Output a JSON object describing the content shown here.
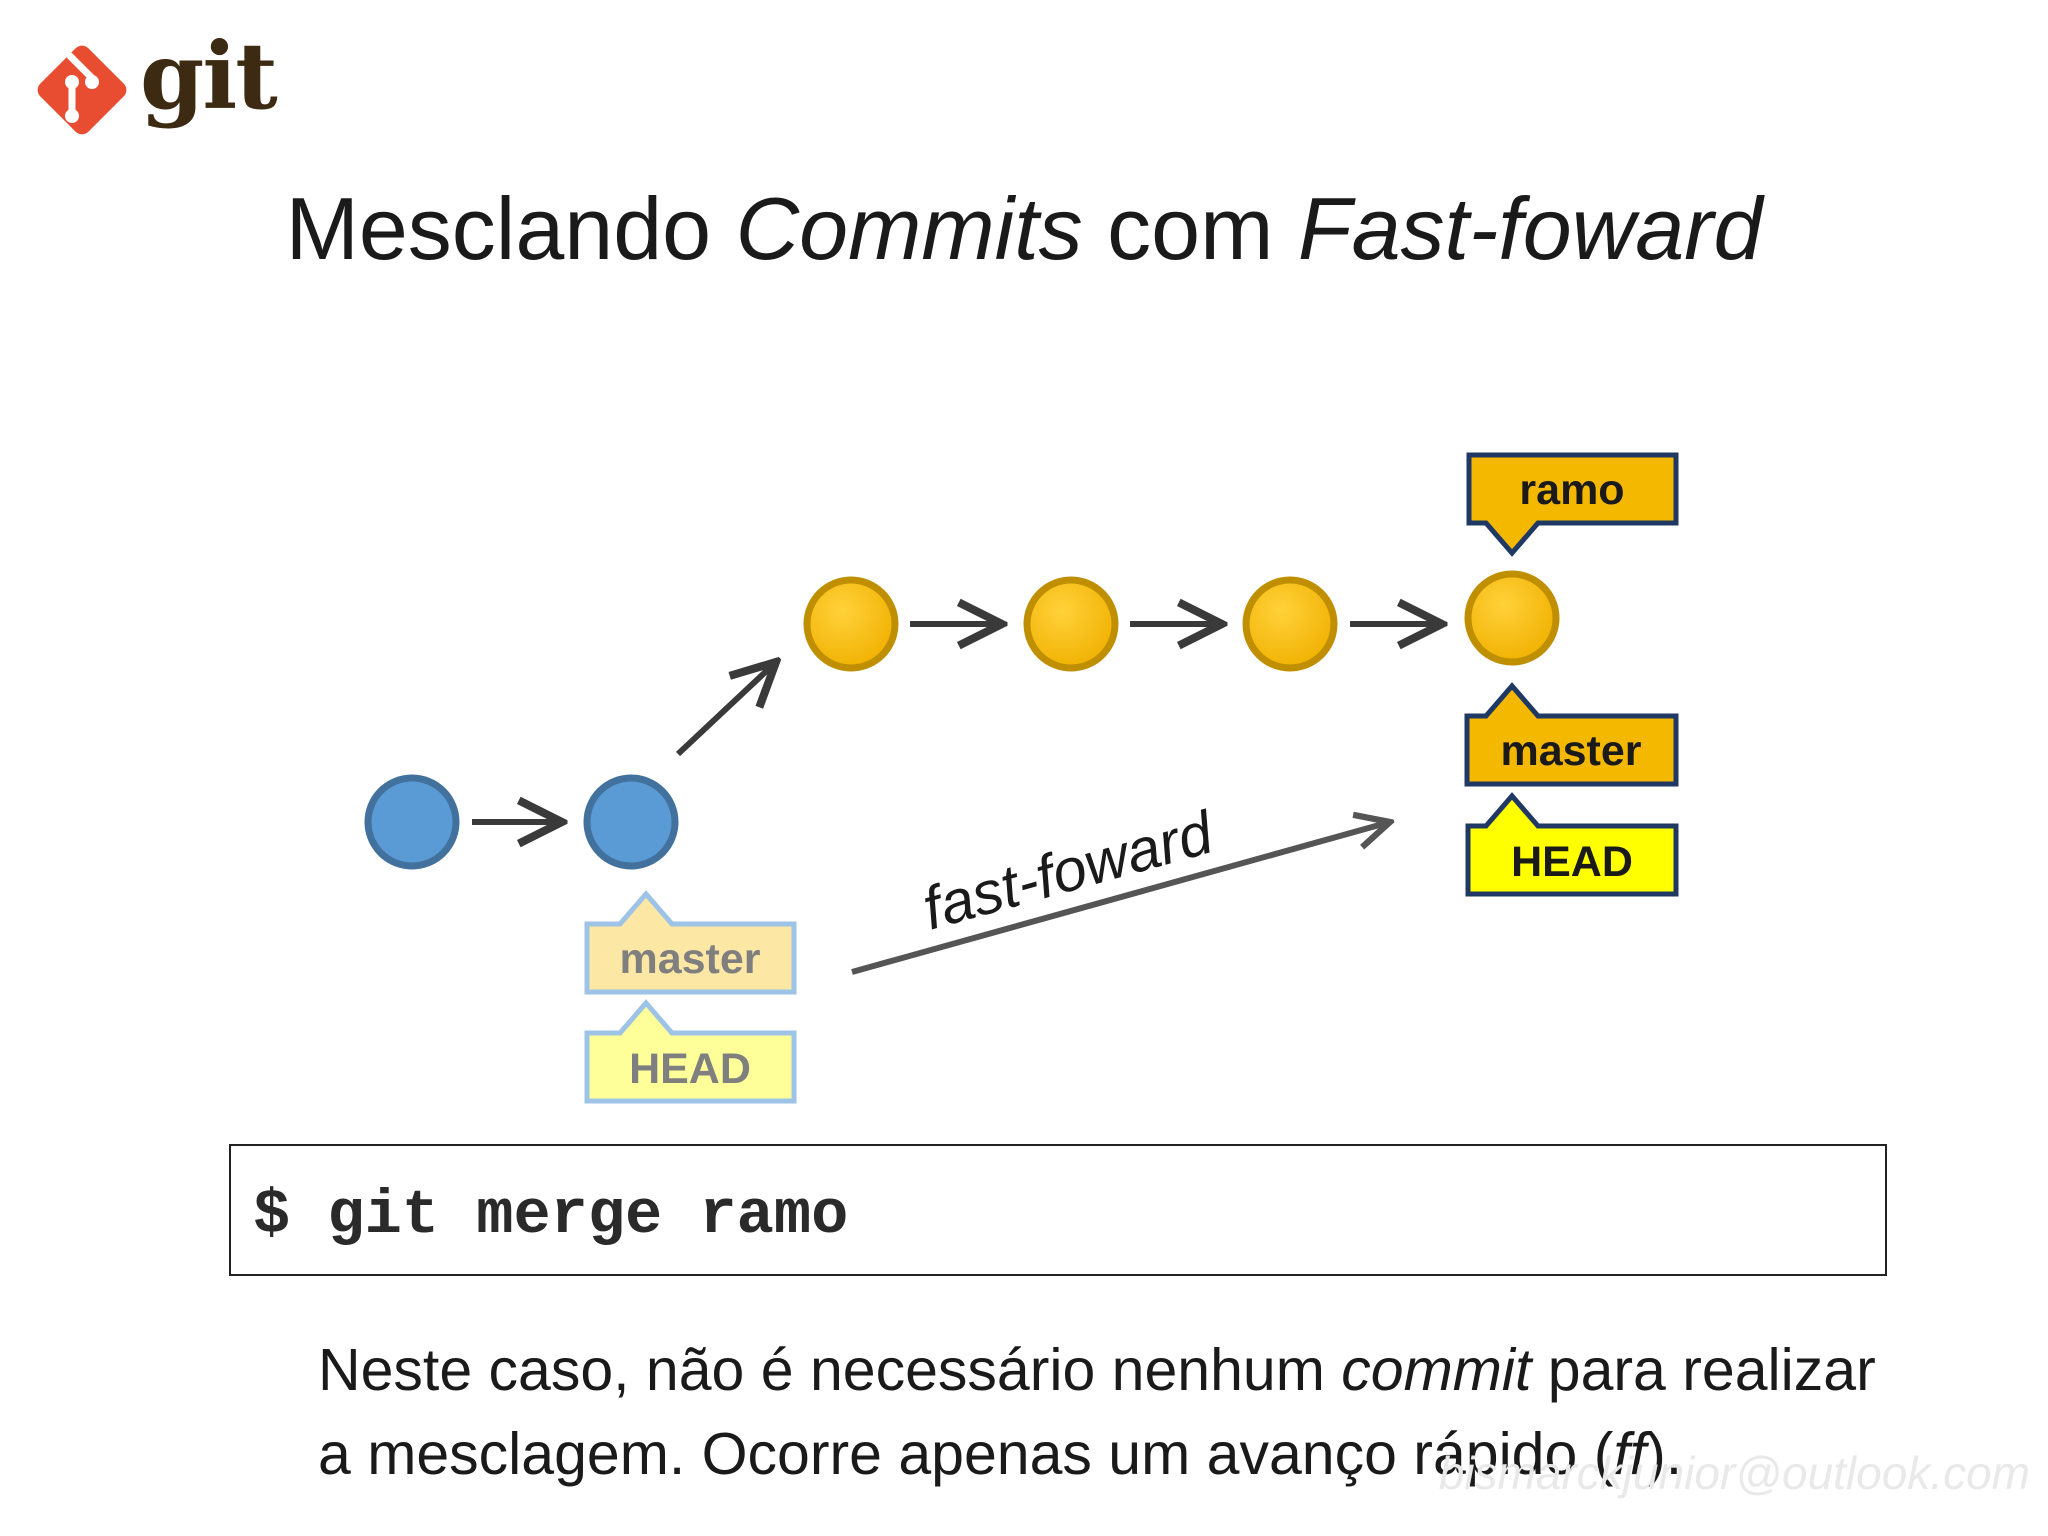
{
  "logo": {
    "text": "git",
    "icon": "git-logo-icon",
    "color": "#e84d31"
  },
  "title": {
    "part1": "Mesclando ",
    "part2": "Commits",
    "part3": " com ",
    "part4": "Fast-foward"
  },
  "diagram": {
    "colors": {
      "blue_commit": "#5b9bd5",
      "blue_stroke": "#41719c",
      "yellow_commit": "#f5b800",
      "yellow_stroke": "#bf8f00",
      "label_orange": "#f5b800",
      "label_yellow": "#ffff00",
      "label_border": "#1f3864",
      "faded_orange": "#fde7a4",
      "faded_yellow": "#ffff9a",
      "faded_border": "#9dc3e6",
      "arrow": "#3a3a3a"
    },
    "commits_main": 2,
    "commits_branch": 4,
    "labels": {
      "ramo": "ramo",
      "master_new": "master",
      "head_new": "HEAD",
      "master_old": "master",
      "head_old": "HEAD"
    },
    "ff_label": "fast-foward"
  },
  "command": {
    "text": "$ git merge ramo"
  },
  "note": {
    "line1_a": "Neste caso, não é necessário nenhum ",
    "line1_b": "commit",
    "line1_c": " para realizar",
    "line2_a": "a mesclagem. Ocorre apenas um avanço rápido (",
    "line2_b": "ff",
    "line2_c": ")."
  },
  "watermark": "bismarckjunior@outlook.com"
}
